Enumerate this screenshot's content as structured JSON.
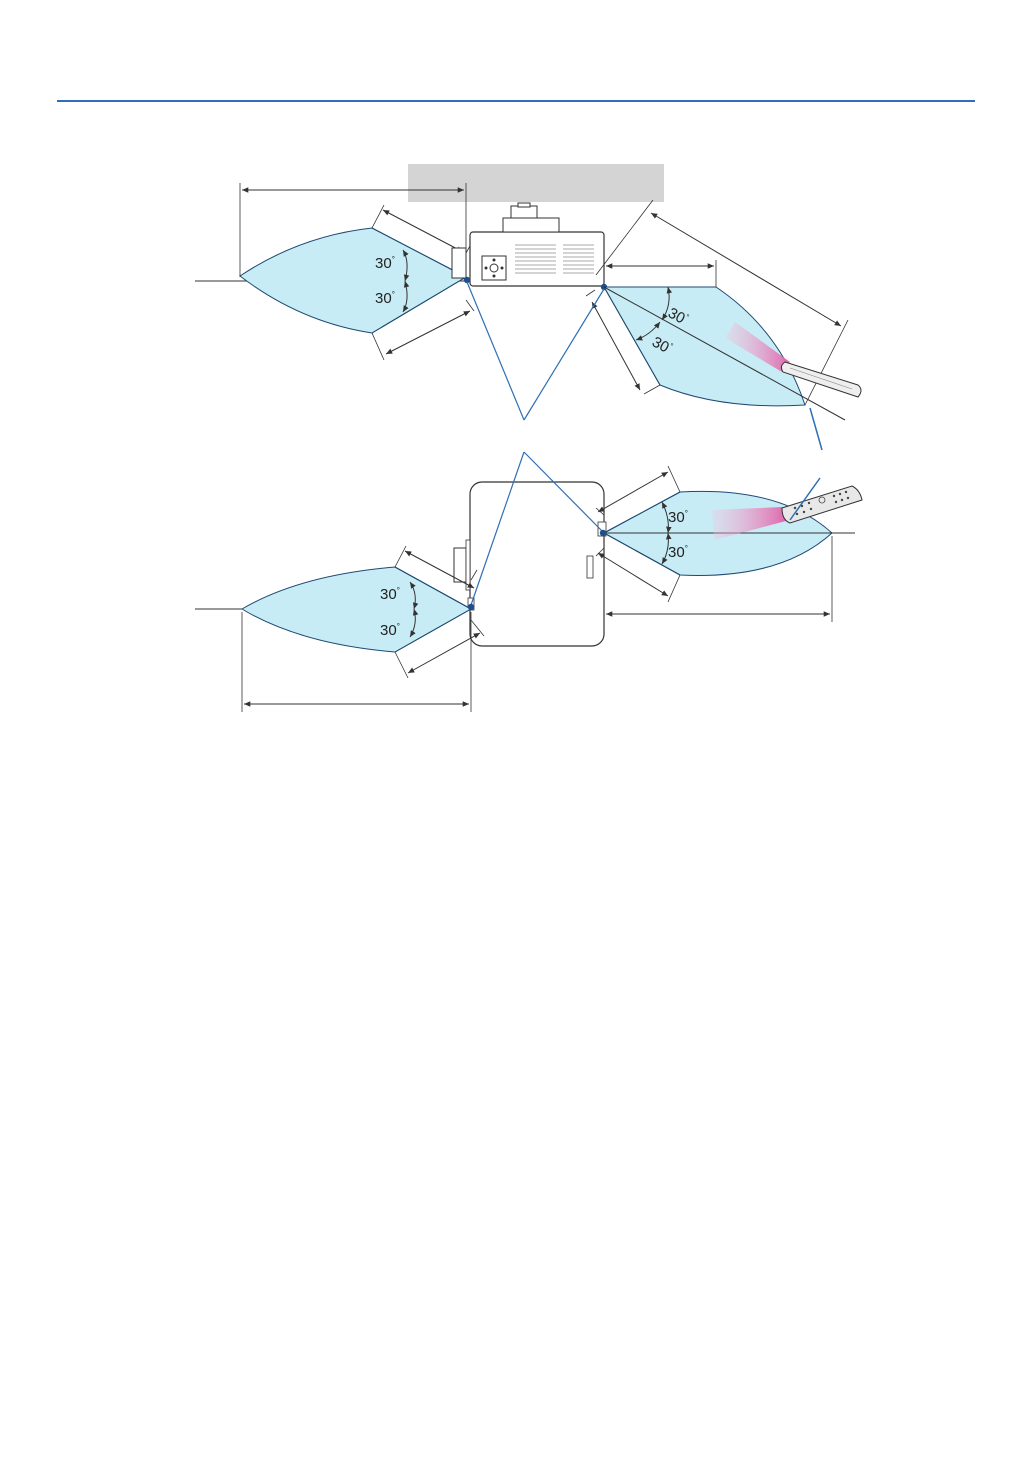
{
  "colors": {
    "accent_rule": "#2e6fb5",
    "receive_zone_fill": "#c8ecf5",
    "receive_zone_stroke": "#1e4a72",
    "callout_line": "#2e6fb5",
    "sensor_dot": "#1f4e8c",
    "ir_beam": "#e878b4",
    "label_bar": "#d4d4d4",
    "outline": "#333333"
  },
  "diagram": {
    "angle_label": "30",
    "degree_symbol": "°",
    "top_view": {
      "zones": [
        {
          "name": "left-receive-zone",
          "upper_angle": "30",
          "lower_angle": "30"
        },
        {
          "name": "right-receive-zone",
          "upper_angle": "30",
          "lower_angle": "30"
        }
      ]
    },
    "bottom_view": {
      "zones": [
        {
          "name": "left-receive-zone",
          "upper_angle": "30",
          "lower_angle": "30"
        },
        {
          "name": "right-receive-zone",
          "upper_angle": "30",
          "lower_angle": "30"
        }
      ]
    },
    "icons": [
      "projector-icon",
      "remote-control-icon",
      "sensor-icon"
    ]
  }
}
